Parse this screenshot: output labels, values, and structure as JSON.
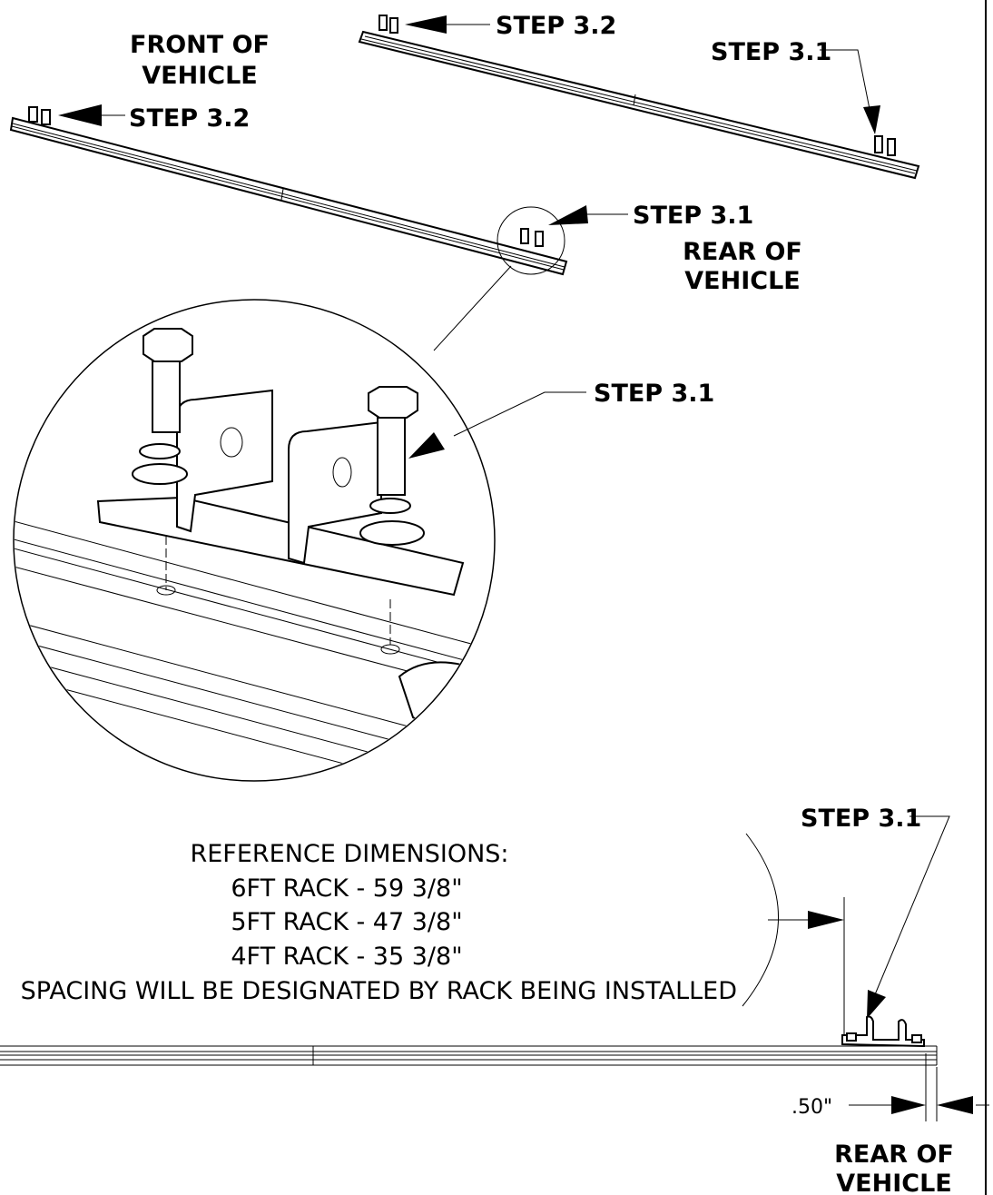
{
  "callouts": {
    "front_of_vehicle": [
      "FRONT OF",
      "VEHICLE"
    ],
    "rear_of_vehicle_top": [
      "REAR OF",
      "VEHICLE"
    ],
    "rear_of_vehicle_bottom": [
      "REAR OF",
      "VEHICLE"
    ],
    "step_3_2_top": "STEP 3.2",
    "step_3_1_top": "STEP 3.1",
    "step_3_2_left": "STEP 3.2",
    "step_3_1_mid": "STEP 3.1",
    "step_3_1_detail": "STEP 3.1",
    "step_3_1_bottom": "STEP 3.1"
  },
  "reference": {
    "heading": "REFERENCE DIMENSIONS:",
    "lines": [
      "6FT RACK - 59  3/8\"",
      "5FT RACK - 47 3/8\"",
      "4FT RACK - 35 3/8\""
    ],
    "note": "SPACING WILL BE DESIGNATED BY RACK BEING INSTALLED"
  },
  "dimension": {
    "offset": ".50\""
  },
  "colors": {
    "line": "#000000",
    "background": "#ffffff"
  }
}
